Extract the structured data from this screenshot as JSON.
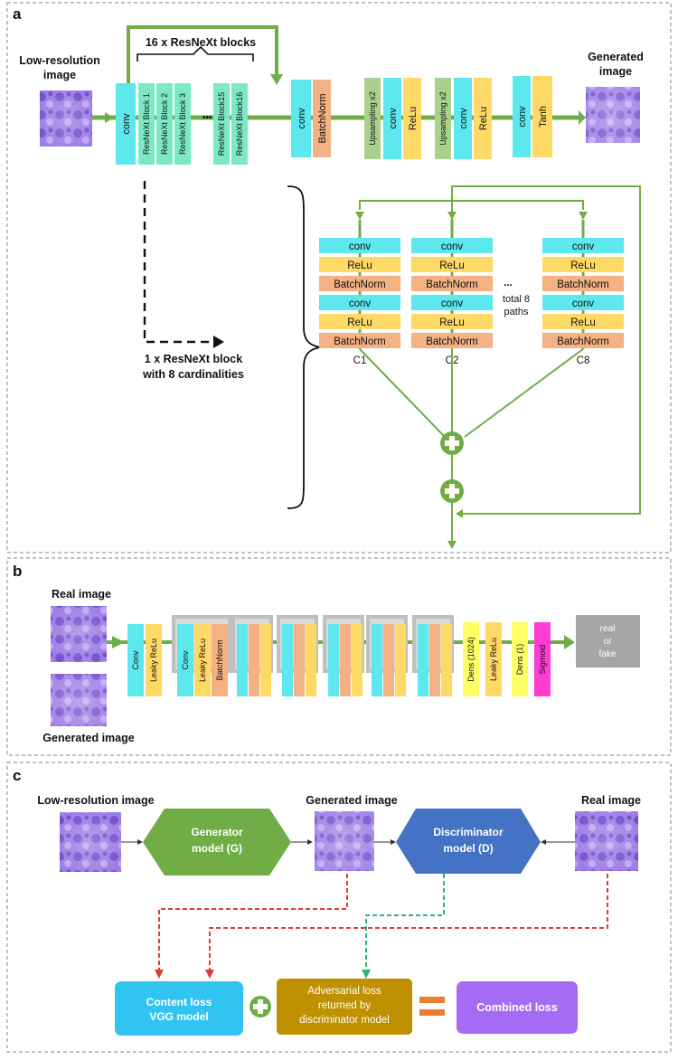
{
  "panel_a": {
    "label": "a",
    "low_res_label": [
      "Low-resolution",
      "image"
    ],
    "blocks_title": "16 x ResNeXt blocks",
    "generated_label": [
      "Generated",
      "image"
    ],
    "first_conv": "conv",
    "resnext_blocks": [
      "ResNeXt Block 1",
      "ResNeXt Block 2",
      "ResNeXt Block 3",
      "ResNeXt Block15",
      "ResNeXt Block16"
    ],
    "ellipsis": "•••",
    "post_layers": [
      "conv",
      "BatchNorm",
      "Upsampling x2",
      "conv",
      "ReLu",
      "Upsampling x2",
      "conv",
      "ReLu",
      "conv",
      "Tanh"
    ],
    "block_caption": [
      "1 x ResNeXt block",
      "with 8 cardinalities"
    ],
    "path_layers": [
      "conv",
      "ReLu",
      "BatchNorm",
      "conv",
      "ReLu",
      "BatchNorm"
    ],
    "path_names": [
      "C1",
      "C2",
      "C8"
    ],
    "path_dots": "...",
    "path_note": [
      "total 8",
      "paths"
    ]
  },
  "panel_b": {
    "label": "b",
    "real_label": "Real image",
    "generated_label": "Generated image",
    "first_layers": [
      "Conv",
      "Leaky ReLu"
    ],
    "group_layers": [
      "Conv",
      "Leaky ReLu",
      "BatchNorm"
    ],
    "tail_layers": [
      "Dens (1024)",
      "Leaky ReLu",
      "Dens (1)",
      "Sigmoid"
    ],
    "output": [
      "real",
      "or",
      "fake"
    ]
  },
  "panel_c": {
    "label": "c",
    "low_res_label": "Low-resolution image",
    "generated_label": "Generated image",
    "real_label": "Real image",
    "generator": [
      "Generator",
      "model (G)"
    ],
    "discriminator": [
      "Discriminator",
      "model (D)"
    ],
    "content_loss": [
      "Content loss",
      "VGG model"
    ],
    "adversarial_loss": [
      "Adversarial loss",
      "returned by",
      "discriminator model"
    ],
    "combined_loss": "Combined loss"
  },
  "colors": {
    "conv": "#5ce8ec",
    "relu": "#ffd966",
    "batchnorm": "#f4b183",
    "resnext": "#7de8c5",
    "upsampling": "#a9d18e",
    "dense": "#ffff66",
    "sigmoid": "#ff3bd2",
    "arrow": "#70ad47",
    "generator": "#70ad47",
    "discriminator": "#4472c4",
    "content": "#31c4f3",
    "adversarial": "#bf9000",
    "combined": "#a66bf4",
    "output": "#a6a6a6"
  }
}
